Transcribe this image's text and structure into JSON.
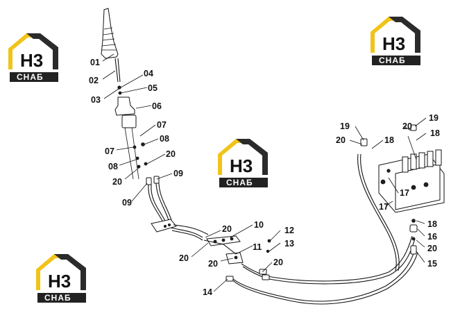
{
  "watermark": {
    "logo_text": "H3",
    "brand_text": "СНАБ",
    "colors": {
      "yellow": "#f2c318",
      "dark": "#2b2b2b",
      "plate": "#222222"
    }
  },
  "labels": {
    "l01": "01",
    "l02": "02",
    "l03": "03",
    "l04": "04",
    "l05": "05",
    "l06": "06",
    "l07a": "07",
    "l07b": "07",
    "l08a": "08",
    "l08b": "08",
    "l20a": "20",
    "l20b": "20",
    "l09a": "09",
    "l09b": "09",
    "l10": "10",
    "l11": "11",
    "l12": "12",
    "l13": "13",
    "l14": "14",
    "l15": "15",
    "l16": "16",
    "l17a": "17",
    "l17b": "17",
    "l18a": "18",
    "l18b": "18",
    "l18c": "18",
    "l19a": "19",
    "l19b": "19",
    "l20c": "20",
    "l20d": "20",
    "l20e": "20",
    "l20f": "20",
    "l20g": "20",
    "l20h": "20",
    "l20i": "20"
  }
}
